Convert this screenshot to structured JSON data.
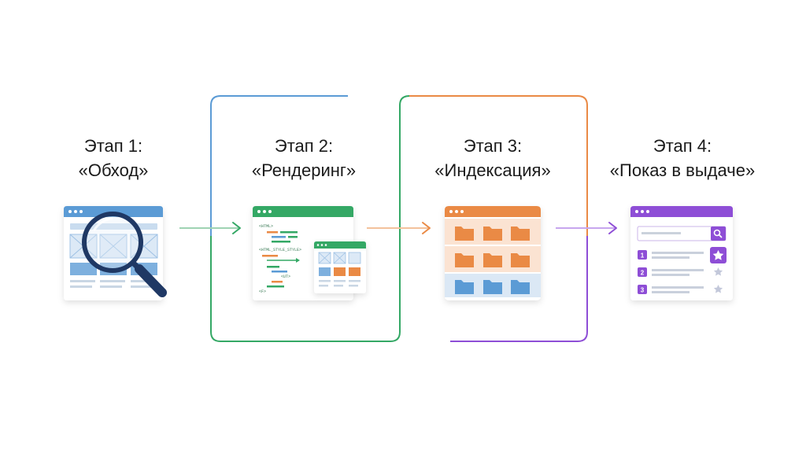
{
  "stages": [
    {
      "line1": "Этап 1:",
      "line2": "«Обход»",
      "accent": "#5b9bd5",
      "icon": "browser-magnifier-icon"
    },
    {
      "line1": "Этап 2:",
      "line2": "«Рендеринг»",
      "accent": "#34a865",
      "icon": "code-render-icon"
    },
    {
      "line1": "Этап 3:",
      "line2": "«Индексация»",
      "accent": "#ea8a45",
      "icon": "folder-database-icon"
    },
    {
      "line1": "Этап 4:",
      "line2": "«Показ в выдаче»",
      "accent": "#8e4ed6",
      "icon": "search-results-icon"
    }
  ],
  "rendering": {
    "code_tags": [
      "<HTML>",
      "<HTML_STYLE_STYLE>",
      "<UT>",
      "<F>"
    ]
  },
  "results": {
    "ranks": [
      "1",
      "2",
      "3"
    ]
  },
  "colors": {
    "blue": "#5b9bd5",
    "green": "#34a865",
    "orange": "#ea8a45",
    "purple": "#8e4ed6",
    "dark_navy": "#1f3864"
  }
}
